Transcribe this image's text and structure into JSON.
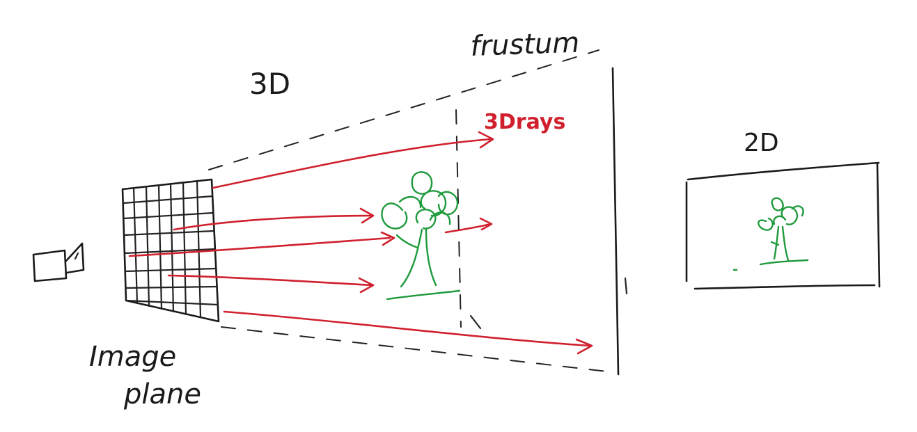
{
  "labels": {
    "frustum": "frustum",
    "three_d": "3D",
    "three_d_rays": "3Drays",
    "two_d": "2D",
    "image_plane_line1": "Image",
    "image_plane_line2": "plane"
  },
  "colors": {
    "ink": "#1a1a1a",
    "ray": "#d0202e",
    "tree": "#1e9a3c"
  },
  "icons": [
    "camera-icon",
    "tree-icon"
  ]
}
